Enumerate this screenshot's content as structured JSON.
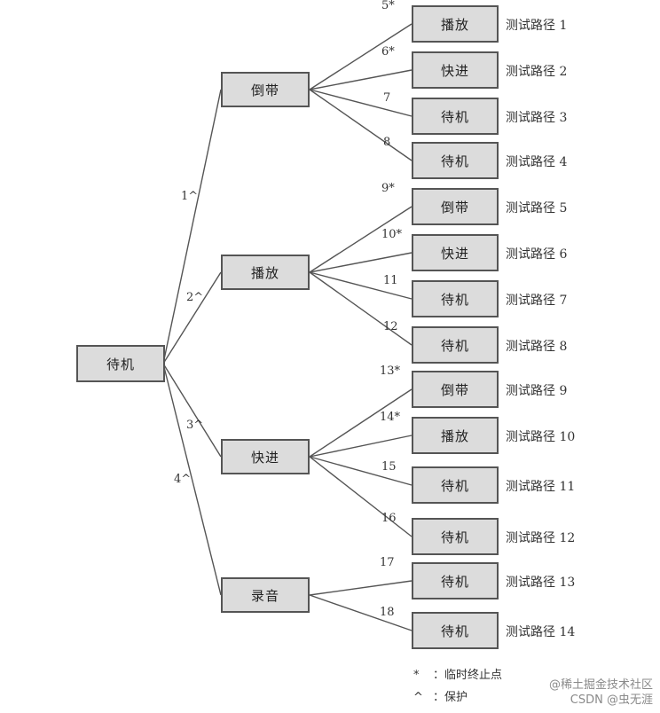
{
  "nodes": {
    "root": "待机",
    "rewind": "倒带",
    "play": "播放",
    "ff": "快进",
    "record": "录音"
  },
  "level1_edges": [
    "1^",
    "2^",
    "3^",
    "4^"
  ],
  "branches": [
    {
      "parent": "rewind",
      "children": [
        {
          "edge": "5*",
          "label": "播放",
          "path": "测试路径 1"
        },
        {
          "edge": "6*",
          "label": "快进",
          "path": "测试路径 2"
        },
        {
          "edge": "7",
          "label": "待机",
          "path": "测试路径 3"
        },
        {
          "edge": "8",
          "label": "待机",
          "path": "测试路径 4"
        }
      ]
    },
    {
      "parent": "play",
      "children": [
        {
          "edge": "9*",
          "label": "倒带",
          "path": "测试路径 5"
        },
        {
          "edge": "10*",
          "label": "快进",
          "path": "测试路径 6"
        },
        {
          "edge": "11",
          "label": "待机",
          "path": "测试路径 7"
        },
        {
          "edge": "12",
          "label": "待机",
          "path": "测试路径 8"
        }
      ]
    },
    {
      "parent": "ff",
      "children": [
        {
          "edge": "13*",
          "label": "倒带",
          "path": "测试路径 9"
        },
        {
          "edge": "14*",
          "label": "播放",
          "path": "测试路径 10"
        },
        {
          "edge": "15",
          "label": "待机",
          "path": "测试路径 11"
        },
        {
          "edge": "16",
          "label": "待机",
          "path": "测试路径 12"
        }
      ]
    },
    {
      "parent": "record",
      "children": [
        {
          "edge": "17",
          "label": "待机",
          "path": "测试路径 13"
        },
        {
          "edge": "18",
          "label": "待机",
          "path": "测试路径 14"
        }
      ]
    }
  ],
  "legend": [
    {
      "symbol": "*",
      "text": "：临时终止点"
    },
    {
      "symbol": "^",
      "text": "：保护"
    }
  ],
  "watermark": {
    "line1": "@稀土掘金技术社区",
    "line2": "CSDN @虫无涯"
  }
}
